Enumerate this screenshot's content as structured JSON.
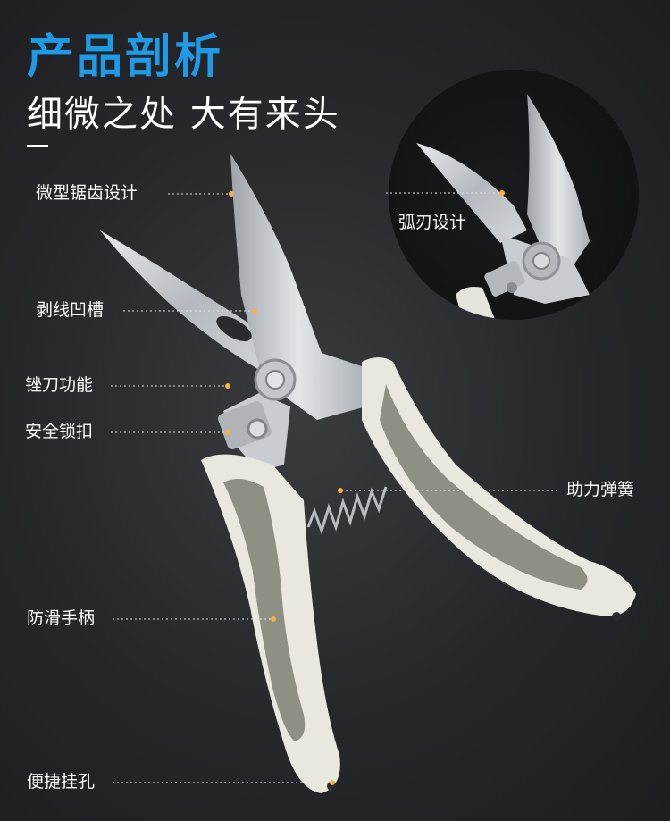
{
  "header": {
    "title": "产品剖析",
    "subtitle": "细微之处 大有来头"
  },
  "callouts": {
    "saw_teeth": "微型锯齿设计",
    "wire_groove": "剥线凹槽",
    "file_blade": "锉刀功能",
    "safety_lock": "安全锁扣",
    "spring": "助力弹簧",
    "grip": "防滑手柄",
    "hang_hole": "便捷挂孔",
    "curved_blade": "弧刃设计"
  },
  "colors": {
    "accent": "#1e9be6",
    "dot": "#f4b33e",
    "background": "#26272a",
    "handle_light": "#e8e8df",
    "handle_dark": "#8e9083"
  }
}
